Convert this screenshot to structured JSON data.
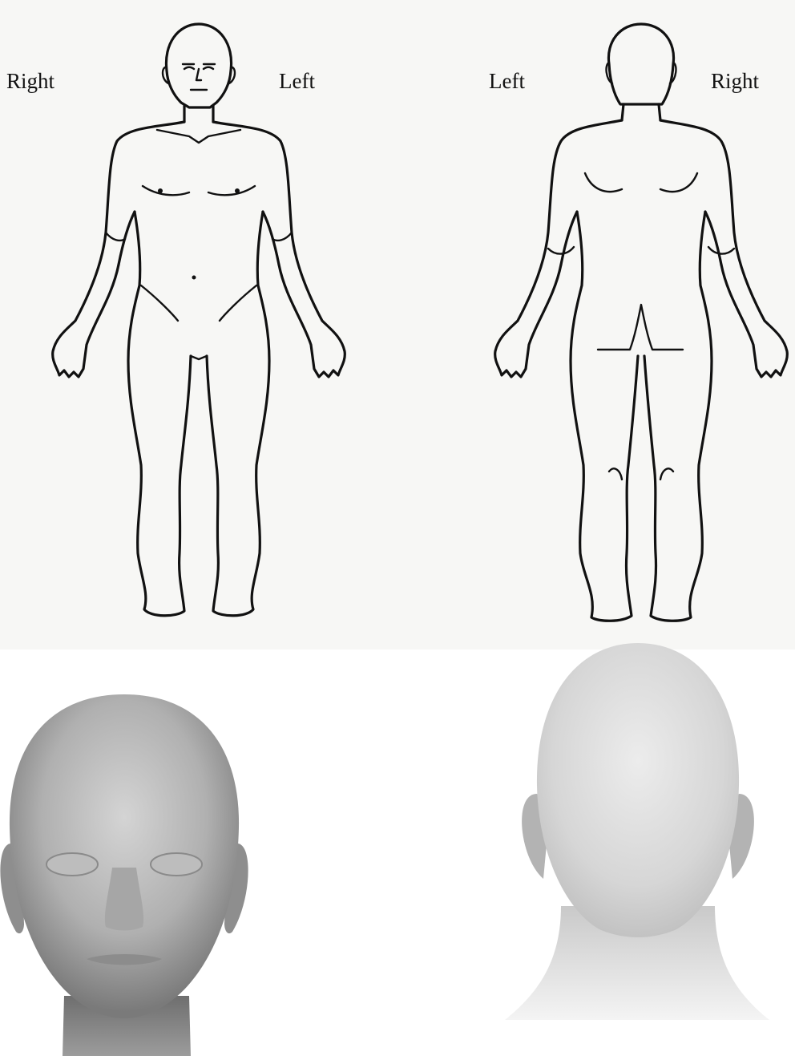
{
  "front_view": {
    "side_left_label": "Right",
    "side_right_label": "Left"
  },
  "back_view": {
    "side_left_label": "Left",
    "side_right_label": "Right"
  },
  "colors": {
    "ink": "#111111",
    "paper": "#f7f7f5",
    "head_shade": "#a9a9a9"
  }
}
